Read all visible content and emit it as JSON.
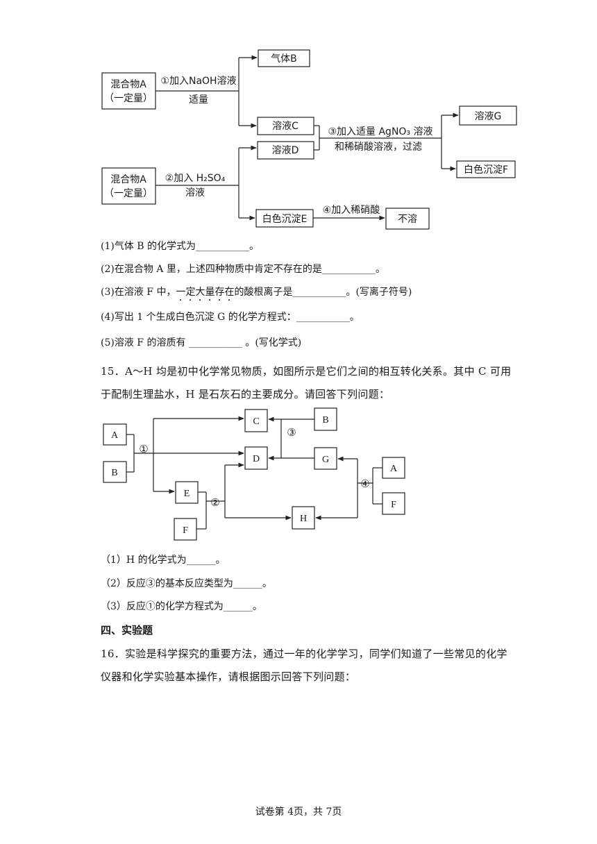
{
  "diagram1": {
    "box_mixture_line1": "混合物A",
    "box_mixture_line2": "（一定量）",
    "step1_line1": "①加入NaOH溶液",
    "step1_line2": "适量",
    "gas_b": "气体B",
    "solution_c": "溶液C",
    "step3_line1": "③加入适量 AgNO₃ 溶液",
    "step3_line2": "和稀硝酸溶液，过滤",
    "solution_g": "溶液G",
    "white_ppt_f": "白色沉淀F",
    "solution_d": "溶液D",
    "step2_line1": "②加入 H₂SO₄",
    "step2_line2": "溶液",
    "white_ppt_e": "白色沉淀E",
    "step4": "④加入稀硝酸",
    "insoluble": "不溶"
  },
  "questions1": [
    "(1)气体 B 的化学式为___________。",
    "(2)在混合物 A 里，上述四种物质中肯定不存在的是___________。",
    "(4)写出 1 个生成白色沉淀 G 的化学方程式：___________。",
    "(5)溶液 F 的溶质有    ___________ 。(写化学式)"
  ],
  "q3": {
    "before": "(3)在溶液 F 中，",
    "emphasis": "一定大量存在",
    "after": "的酸根离子是___________。(写离子符号)"
  },
  "problem15": {
    "line1": "15．A～H 均是初中化学常见物质，如图所示是它们之间的相互转化关系。其中 C 可用",
    "line2": "于配制生理盐水，H 是石灰石的主要成分。请回答下列问题："
  },
  "diagram2": {
    "A": "A",
    "B": "B",
    "C": "C",
    "D": "D",
    "E": "E",
    "F": "F",
    "G": "G",
    "H": "H",
    "r1": "①",
    "r2": "②",
    "r3": "③",
    "r4": "④"
  },
  "questions2": [
    "（1）H 的化学式为______。",
    "（2）反应③的基本反应类型为______。",
    "（3）反应①的化学方程式为______。"
  ],
  "section4": "四、实验题",
  "problem16": {
    "line1": "16．实验是科学探究的重要方法，通过一年的化学学习，同学们知道了一些常见的化学",
    "line2": "仪器和化学实验基本操作，请根据图示回答下列问题："
  },
  "footer": "试卷第 4页，共 7页"
}
